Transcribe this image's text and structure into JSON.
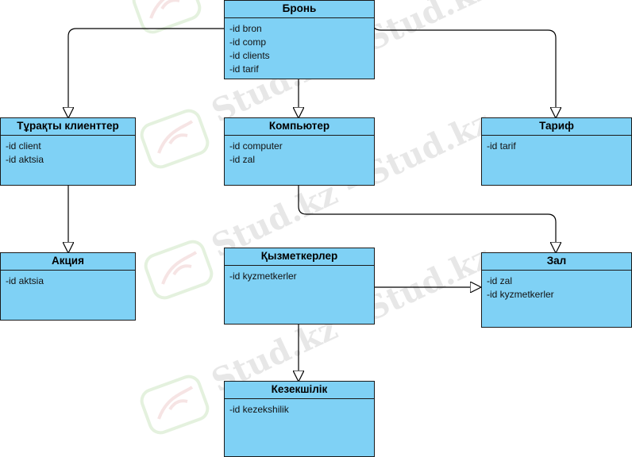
{
  "watermark": "Stud.kz - Stud.kz",
  "colors": {
    "entity_fill": "#7fd1f5",
    "border": "#1a1a1a",
    "edge": "#000000"
  },
  "entities": {
    "bron": {
      "title": "Бронь",
      "attrs": [
        "-id bron",
        "-id comp",
        "-id clients",
        "-id tarif"
      ]
    },
    "clients": {
      "title": "Тұрақты клиенттер",
      "attrs": [
        "-id client",
        "-id aktsia"
      ]
    },
    "computer": {
      "title": "Компьютер",
      "attrs": [
        "-id computer",
        "-id zal"
      ]
    },
    "tarif": {
      "title": "Тариф",
      "attrs": [
        "-id tarif"
      ]
    },
    "aktsia": {
      "title": "Акция",
      "attrs": [
        "-id aktsia"
      ]
    },
    "staff": {
      "title": "Қызметкерлер",
      "attrs": [
        "-id kyzmetkerler"
      ]
    },
    "zal": {
      "title": "Зал",
      "attrs": [
        "-id zal",
        "-id kyzmetkerler"
      ]
    },
    "shift": {
      "title": "Кезекшілік",
      "attrs": [
        "-id kezekshilik"
      ]
    }
  },
  "relations": [
    {
      "from": "bron",
      "to": "clients",
      "arrow": "hollow-triangle"
    },
    {
      "from": "bron",
      "to": "computer",
      "arrow": "hollow-triangle"
    },
    {
      "from": "bron",
      "to": "tarif",
      "arrow": "hollow-triangle"
    },
    {
      "from": "clients",
      "to": "aktsia",
      "arrow": "hollow-triangle"
    },
    {
      "from": "computer",
      "to": "zal",
      "arrow": "hollow-triangle"
    },
    {
      "from": "staff",
      "to": "zal",
      "arrow": "hollow-triangle"
    },
    {
      "from": "staff",
      "to": "shift",
      "arrow": "hollow-triangle"
    }
  ]
}
